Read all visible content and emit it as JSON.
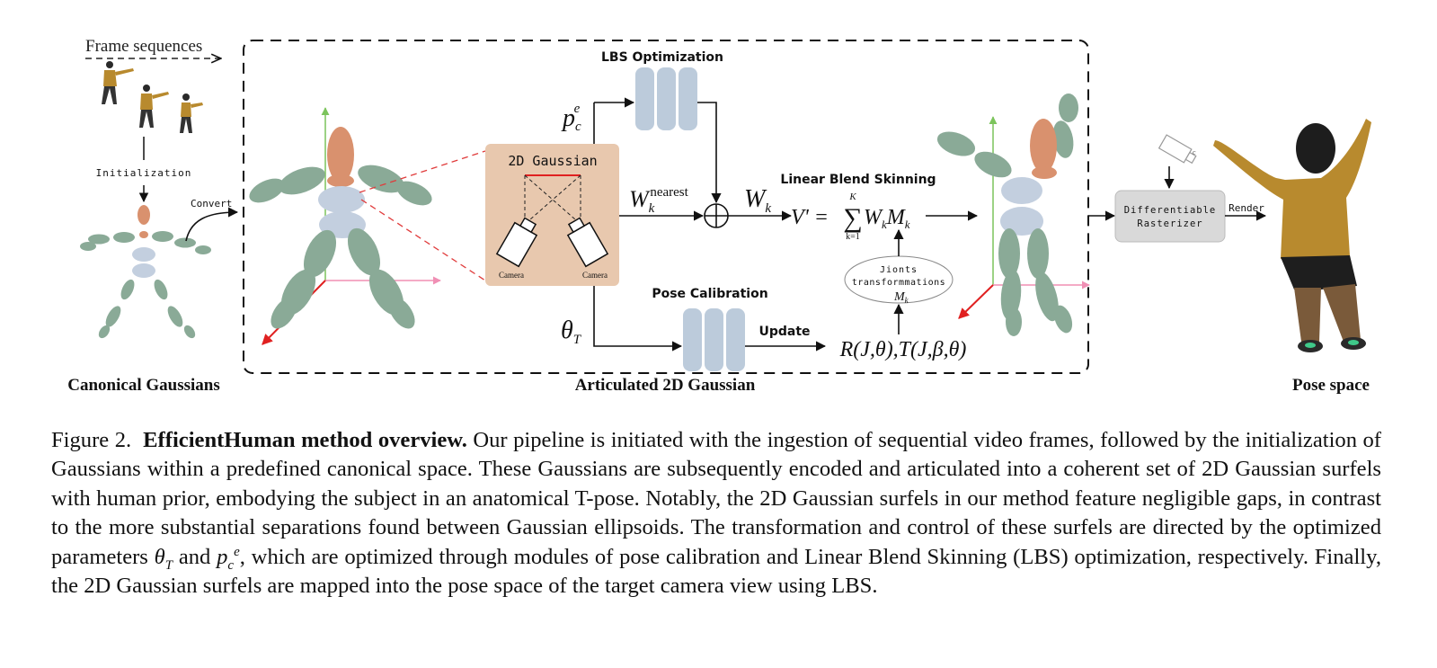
{
  "figure": {
    "frame_sequences": "Frame sequences",
    "initialization": "Initialization",
    "convert": "Convert",
    "canonical_gaussians": "Canonical Gaussians",
    "articulated_2d_gaussian": "Articulated 2D Gaussian",
    "pose_space": "Pose space",
    "lbs_optimization": "LBS Optimization",
    "gaussian_box_title": "2D Gaussian",
    "camera": "Camera",
    "linear_blend_skinning": "Linear Blend Skinning",
    "pose_calibration": "Pose Calibration",
    "update": "Update",
    "joints_line1": "Jionts",
    "joints_line2": "transformmations",
    "differentiable_line1": "Differentiable",
    "differentiable_line2": "Rasterizer",
    "render": "Render",
    "sym_p": "p",
    "sym_p_sub": "c",
    "sym_p_sup": "e",
    "sym_w_nearest": "W",
    "sym_w_nearest_sub": "k",
    "sym_w_nearest_sup": "nearest",
    "sym_wk": "W",
    "sym_wk_sub": "k",
    "sym_theta": "θ",
    "sym_theta_sub": "T",
    "eq_lhs": "V' =",
    "eq_sum_top": "K",
    "eq_sum_bottom": "k=1",
    "eq_rhs": "W",
    "eq_rhs_sub": "k",
    "eq_rhs_m": "M",
    "eq_rhs_m_sub": "k",
    "mk": "M",
    "mk_sub": "k",
    "rt_expr": "R(J,θ),T(J,β,θ)"
  },
  "colors": {
    "green_gaussian": "#8aaa97",
    "orange_gaussian": "#d9916e",
    "blue_gaussian": "#c3cfdf",
    "mlp_block": "#bccbdb",
    "gaussian_box": "#e8c8ae",
    "red_dash": "#e03b3b",
    "axis_green": "#7cc45c",
    "axis_pink": "#f08fb4",
    "axis_red": "#e02020",
    "rasterizer": "#d9d9d9",
    "person_shirt": "#b88a2e"
  },
  "caption": {
    "prefix": "Figure 2.",
    "bold_title": "EfficientHuman method overview.",
    "part1": " Our pipeline is initiated with the ingestion of sequential video frames, followed by the initialization of Gaussians within a predefined canonical space. These Gaussians are subsequently encoded and articulated into a coherent set of 2D Gaussian surfels with human prior, embodying the subject in an anatomical T-pose. Notably, the 2D Gaussian surfels in our method feature negligible gaps, in contrast to the more substantial separations found between Gaussian ellipsoids. The transformation and control of these surfels are directed by the optimized parameters ",
    "theta": "θ",
    "theta_sub": "T",
    "and": " and ",
    "p": "p",
    "p_sub": "c",
    "p_sup": "e",
    "part2": ", which are optimized through modules of pose calibration and Linear Blend Skinning (LBS) optimization, respectively. Finally, the 2D Gaussian surfels are mapped into the pose space of the target camera view using LBS."
  }
}
